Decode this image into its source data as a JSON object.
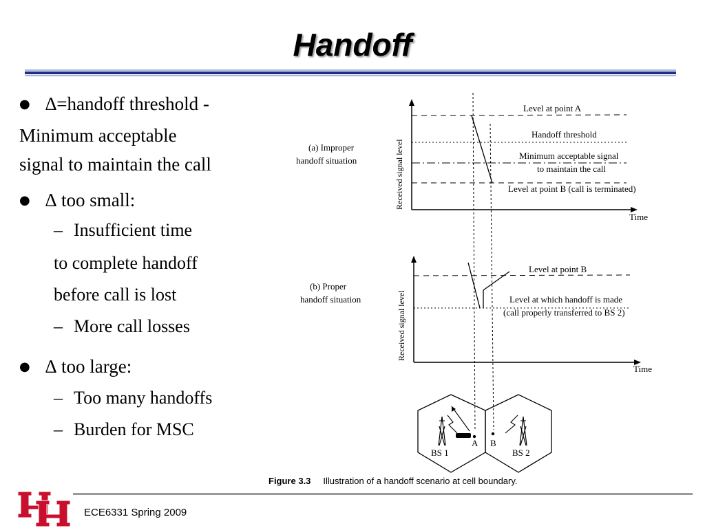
{
  "slide": {
    "title": "Handoff",
    "footer": "ECE6331 Spring 2009"
  },
  "bullets": [
    {
      "level": 1,
      "text": "∆=handoff threshold -"
    },
    {
      "level": 0,
      "text": "Minimum acceptable"
    },
    {
      "level": 0,
      "text": "signal to maintain the call"
    },
    {
      "level": 1,
      "text": "∆ too small:"
    },
    {
      "level": 2,
      "text": "Insufficient time"
    },
    {
      "level": 3,
      "text": "to complete handoff"
    },
    {
      "level": 3,
      "text": "before call is lost"
    },
    {
      "level": 2,
      "text": "More call losses"
    },
    {
      "level": 1,
      "text": "∆ too large:"
    },
    {
      "level": 2,
      "text": "Too many handoffs"
    },
    {
      "level": 2,
      "text": "Burden for MSC"
    }
  ],
  "figure": {
    "panel_a": {
      "label_line1": "(a) Improper",
      "label_line2": "handoff situation",
      "ylabel": "Received signal level",
      "xlabel": "Time",
      "level_a": "Level at point A",
      "handoff_threshold": "Handoff threshold",
      "min_signal_line1": "Minimum acceptable signal",
      "min_signal_line2": "to maintain the call",
      "level_b": "Level at point B (call is terminated)"
    },
    "panel_b": {
      "label_line1": "(b) Proper",
      "label_line2": "handoff situation",
      "ylabel": "Received signal level",
      "xlabel": "Time",
      "level_b": "Level at point B",
      "handoff_made_line1": "Level at which handoff is made",
      "handoff_made_line2": "(call properly transferred to BS 2)"
    },
    "cells": {
      "bs1": "BS 1",
      "bs2": "BS 2",
      "point_a": "A",
      "point_b": "B"
    },
    "caption_label": "Figure 3.3",
    "caption_text": "Illustration of a handoff scenario at cell boundary."
  },
  "colors": {
    "title_rule_dark": "#1f2f86",
    "title_rule_light": "#a9b6dd",
    "logo_red": "#c8102e",
    "footer_rule": "#9a9a9a"
  }
}
